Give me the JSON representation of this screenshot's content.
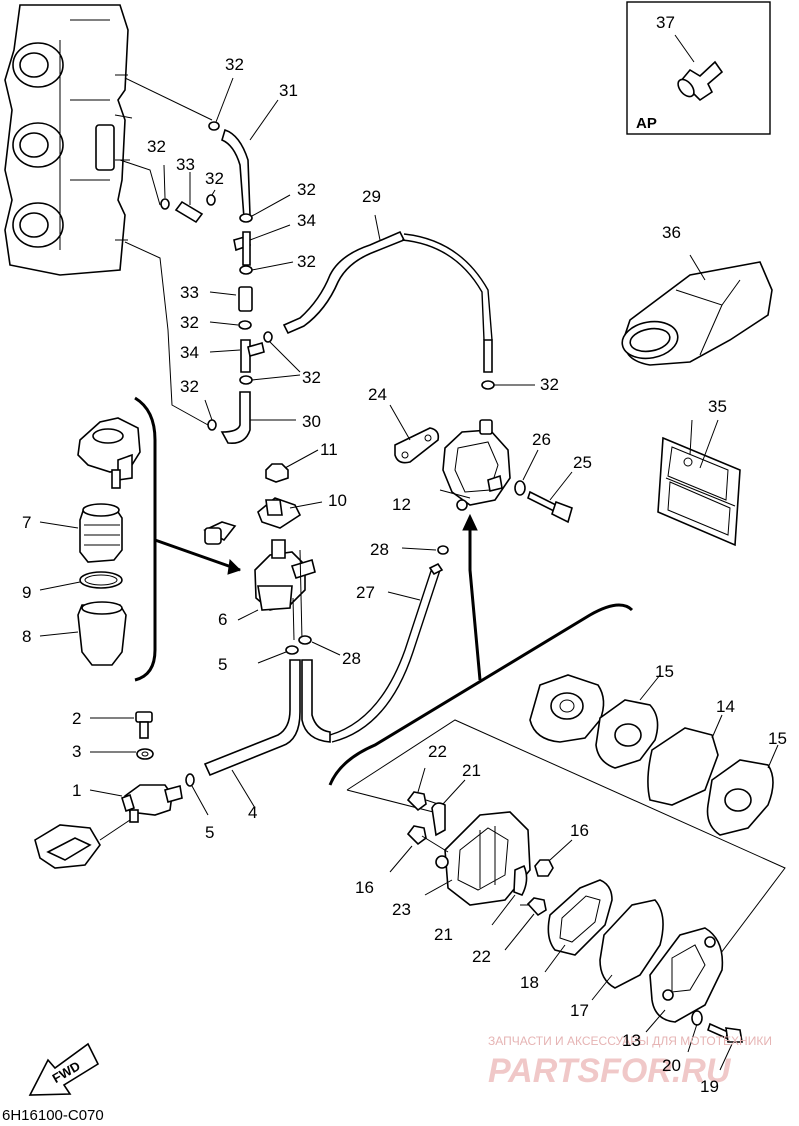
{
  "diagram": {
    "code": "6H16100-C070",
    "ap_label": "AP",
    "fwd_label": "FWD",
    "watermark": {
      "line1": "ЗАПЧАСТИ И АКСЕССУАРЫ ДЛЯ МОТОТЕХНИКИ",
      "line2": "PARTSFOR.RU"
    },
    "labels": [
      {
        "id": "37",
        "text": "37"
      },
      {
        "id": "32a",
        "text": "32"
      },
      {
        "id": "31",
        "text": "31"
      },
      {
        "id": "32b",
        "text": "32"
      },
      {
        "id": "33a",
        "text": "33"
      },
      {
        "id": "32c",
        "text": "32"
      },
      {
        "id": "32d",
        "text": "32"
      },
      {
        "id": "34a",
        "text": "34"
      },
      {
        "id": "32e",
        "text": "32"
      },
      {
        "id": "29",
        "text": "29"
      },
      {
        "id": "36",
        "text": "36"
      },
      {
        "id": "33b",
        "text": "33"
      },
      {
        "id": "32f",
        "text": "32"
      },
      {
        "id": "34b",
        "text": "34"
      },
      {
        "id": "32g",
        "text": "32"
      },
      {
        "id": "32h",
        "text": "32"
      },
      {
        "id": "30",
        "text": "30"
      },
      {
        "id": "24",
        "text": "24"
      },
      {
        "id": "32i",
        "text": "32"
      },
      {
        "id": "35",
        "text": "35"
      },
      {
        "id": "26",
        "text": "26"
      },
      {
        "id": "25",
        "text": "25"
      },
      {
        "id": "11",
        "text": "11"
      },
      {
        "id": "12",
        "text": "12"
      },
      {
        "id": "10",
        "text": "10"
      },
      {
        "id": "7",
        "text": "7"
      },
      {
        "id": "28a",
        "text": "28"
      },
      {
        "id": "9",
        "text": "9"
      },
      {
        "id": "27",
        "text": "27"
      },
      {
        "id": "6",
        "text": "6"
      },
      {
        "id": "8",
        "text": "8"
      },
      {
        "id": "5a",
        "text": "5"
      },
      {
        "id": "28b",
        "text": "28"
      },
      {
        "id": "15a",
        "text": "15"
      },
      {
        "id": "14",
        "text": "14"
      },
      {
        "id": "15b",
        "text": "15"
      },
      {
        "id": "2",
        "text": "2"
      },
      {
        "id": "3",
        "text": "3"
      },
      {
        "id": "22a",
        "text": "22"
      },
      {
        "id": "21a",
        "text": "21"
      },
      {
        "id": "1",
        "text": "1"
      },
      {
        "id": "4",
        "text": "4"
      },
      {
        "id": "5b",
        "text": "5"
      },
      {
        "id": "16a",
        "text": "16"
      },
      {
        "id": "16b",
        "text": "16"
      },
      {
        "id": "23",
        "text": "23"
      },
      {
        "id": "21b",
        "text": "21"
      },
      {
        "id": "22b",
        "text": "22"
      },
      {
        "id": "18",
        "text": "18"
      },
      {
        "id": "17",
        "text": "17"
      },
      {
        "id": "13",
        "text": "13"
      },
      {
        "id": "20",
        "text": "20"
      },
      {
        "id": "19",
        "text": "19"
      }
    ]
  }
}
